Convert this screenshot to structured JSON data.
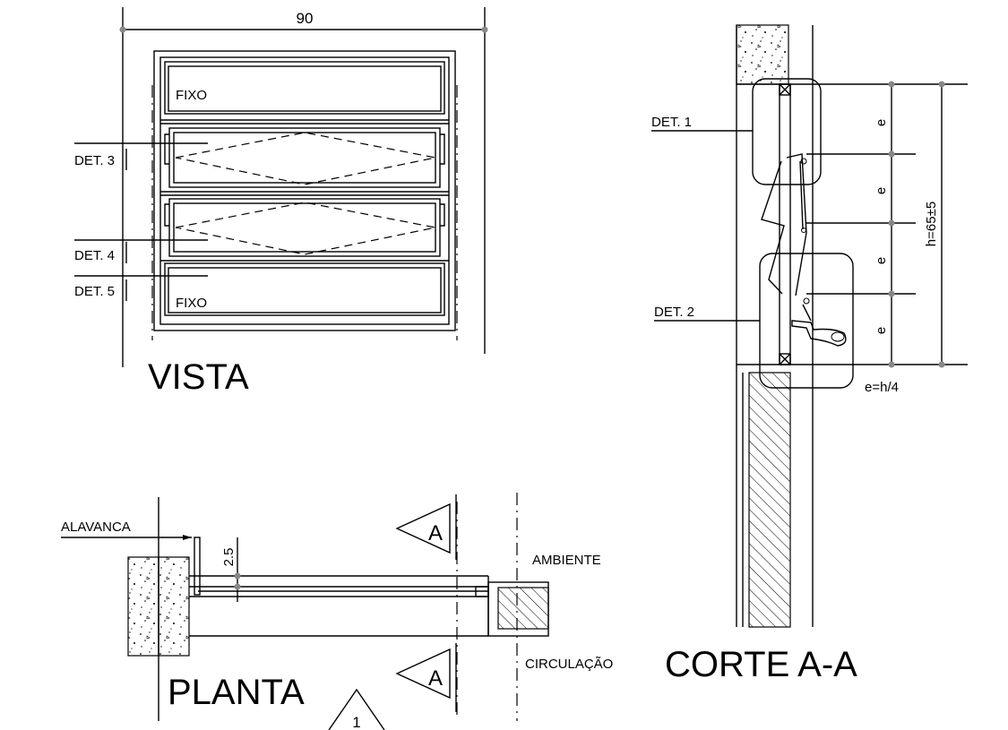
{
  "vista": {
    "title": "VISTA",
    "width_dim": "90",
    "panel_top_label": "FIXO",
    "panel_bottom_label": "FIXO",
    "det3": "DET. 3",
    "det4": "DET. 4",
    "det5": "DET. 5"
  },
  "corte": {
    "title": "CORTE A-A",
    "det1": "DET. 1",
    "det2": "DET. 2",
    "spacing_label": "e",
    "height_dim": "h=65±5",
    "spacing_formula": "e=h/4"
  },
  "planta": {
    "title": "PLANTA",
    "lever_label": "ALAVANCA",
    "dim_25": "2.5",
    "ambiente": "AMBIENTE",
    "circulacao": "CIRCULAÇÃO",
    "section_mark": "A",
    "section_mark_2": "A",
    "sheet_ref": "1"
  }
}
